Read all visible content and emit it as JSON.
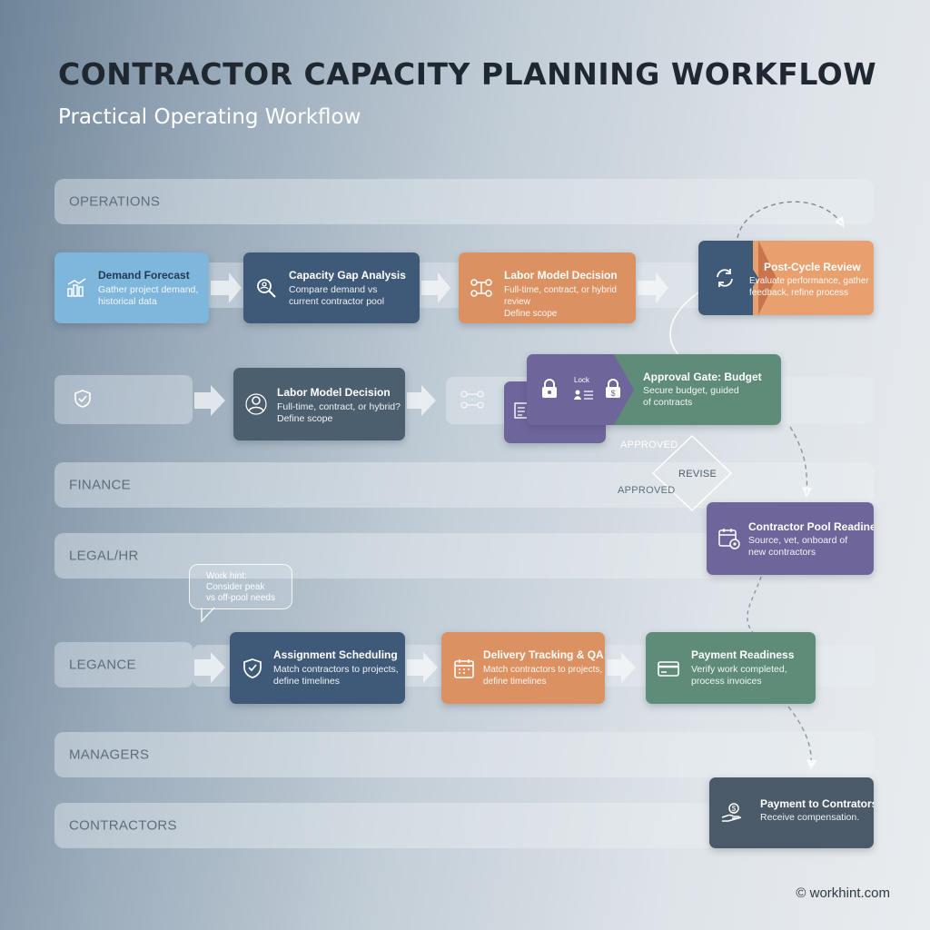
{
  "title": "CONTRACTOR CAPACITY PLANNING WORKFLOW",
  "subtitle": "Practical Operating Workflow",
  "lanes": {
    "operations": "OPERATIONS",
    "finance": "FINANCE",
    "legal_hr": "LEGAL/HR",
    "legance": "LEGANCE",
    "managers": "MANAGERS",
    "contractors": "CONTRACTORS"
  },
  "steps": {
    "demand_forecast": {
      "title": "Demand Forecast",
      "desc": "Gather project demand,\nhistorical data",
      "icon": "chart-icon"
    },
    "capacity_gap": {
      "title": "Capacity Gap Analysis",
      "desc": "Compare demand vs\ncurrent contractor pool",
      "icon": "magnifier-icon"
    },
    "labor_model_top": {
      "title": "Labor Model Decision",
      "desc": "Full-time, contract, or hybrid review\nDefine scope",
      "icon": "flow-icon"
    },
    "post_cycle": {
      "title": "Post-Cycle Review",
      "desc": "Evaluate performance, gather\nfeedback, refine process",
      "icon": "cycle-icon"
    },
    "labor_model_mid": {
      "title": "Labor Model Decision",
      "desc": "Full-time, contract, or hybrid?\nDefine scope",
      "icon": "people-icon"
    },
    "approval_gate": {
      "title": "Approval Gate: Budget",
      "desc": "Secure budget, guided\nof contracts",
      "icon": "lock-icon",
      "lock_label": "Lock"
    },
    "contractor_pool": {
      "title": "Contractor Pool Readiness",
      "desc": "Source, vet, onboard of\nnew contractors",
      "icon": "calendar-gear-icon"
    },
    "assignment": {
      "title": "Assignment Scheduling",
      "desc": "Match contractors to projects,\ndefine timelines",
      "icon": "shield-icon"
    },
    "delivery": {
      "title": "Delivery Tracking & QA",
      "desc": "Match contractors to projects,\ndefine timelines",
      "icon": "calendar-icon"
    },
    "payment_ready": {
      "title": "Payment Readiness",
      "desc": "Verify work completed,\nprocess invoices",
      "icon": "card-icon"
    },
    "payment_contractors": {
      "title": "Payment to Contrators",
      "desc": "Receive compensation.",
      "icon": "hand-coin-icon"
    }
  },
  "decision": {
    "label": "REVISE",
    "approved_1": "APPROVED",
    "approved_2": "APPROVED"
  },
  "hint": {
    "text": "Work hint:\nConsider peak\nvs off-pool needs"
  },
  "footer": "© workhint.com"
}
